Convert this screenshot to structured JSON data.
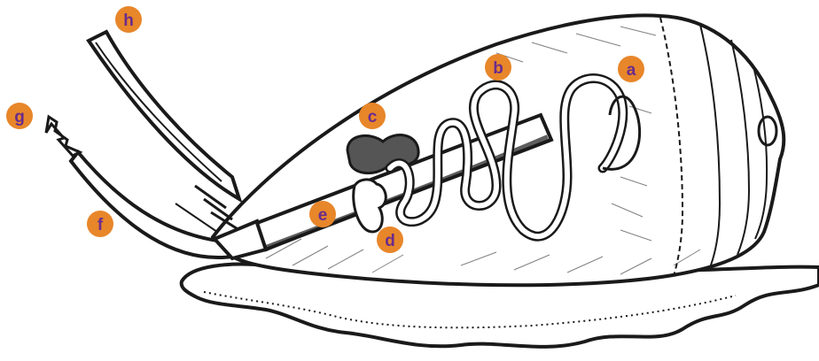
{
  "markers": {
    "fill": "#e8862a",
    "text_color": "#6a2c8c",
    "items": [
      {
        "id": "a",
        "label": "a"
      },
      {
        "id": "b",
        "label": "b"
      },
      {
        "id": "c",
        "label": "c"
      },
      {
        "id": "d",
        "label": "d"
      },
      {
        "id": "e",
        "label": "e"
      },
      {
        "id": "f",
        "label": "f"
      },
      {
        "id": "g",
        "label": "g"
      },
      {
        "id": "h",
        "label": "h"
      }
    ]
  },
  "illustration": {
    "ink_color": "#1a1a1a",
    "gland_color": "#555555"
  }
}
